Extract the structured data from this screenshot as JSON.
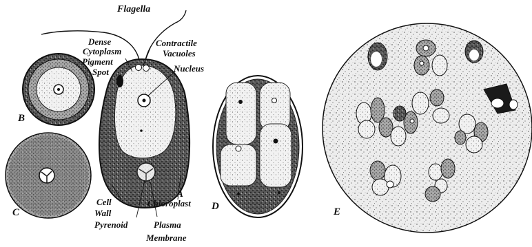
{
  "labels": {
    "flagella": "Flagella",
    "dense_cytoplasm_1": "Dense",
    "dense_cytoplasm_2": "Cytoplasm",
    "pigment_spot_1": "Pigment",
    "pigment_spot_2": "Spot",
    "contractile_vacuoles_1": "Contractile",
    "contractile_vacuoles_2": "Vacuoles",
    "nucleus": "Nucleus",
    "cell_wall_1": "Cell",
    "cell_wall_2": "Wall",
    "pyrenoid": "Pyrenoid",
    "plasma_membrane_1": "Plasma",
    "plasma_membrane_2": "Membrane",
    "chloroplast": "Chloroplast"
  },
  "panel_letters": {
    "a": "A",
    "b": "B",
    "c": "C",
    "d": "D",
    "e": "E"
  },
  "colors": {
    "ink": "#111111",
    "stipple_dark": "#3a3a3a",
    "stipple_mid": "#8a8a8a",
    "paper": "#ffffff"
  }
}
